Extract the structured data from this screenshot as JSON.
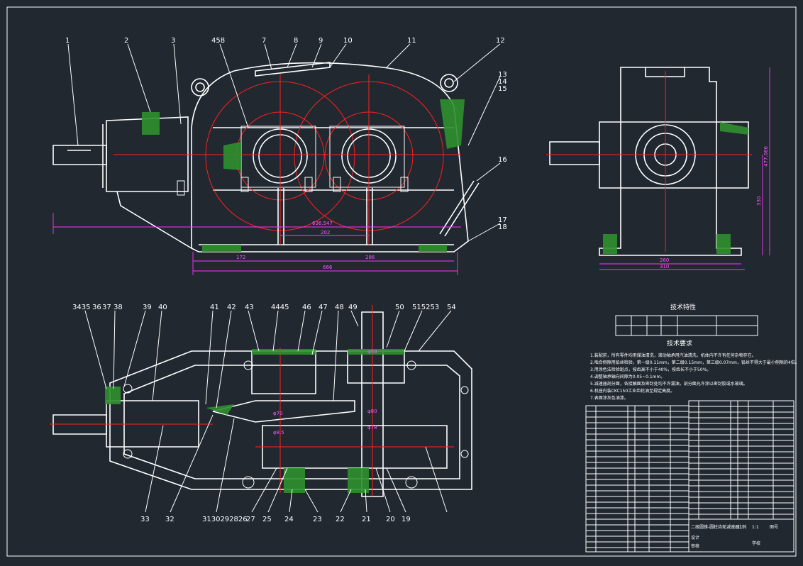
{
  "drawing": {
    "callouts_top": [
      "1",
      "2",
      "3",
      "458",
      "7",
      "8",
      "9",
      "10",
      "11",
      "12",
      "13",
      "14",
      "15",
      "16",
      "17",
      "18"
    ],
    "callouts_mid": [
      "3435",
      "36",
      "37",
      "38",
      "39",
      "40",
      "41",
      "42",
      "43",
      "4445",
      "46",
      "47",
      "48",
      "49",
      "50",
      "515253",
      "54"
    ],
    "callouts_bottom": [
      "33",
      "32",
      "3130292826",
      "27",
      "25",
      "24",
      "23",
      "22",
      "21",
      "20",
      "19"
    ],
    "dims_front": [
      "636.547",
      "202",
      "172",
      "286",
      "666"
    ],
    "dims_side": [
      "477.066",
      "330",
      "260",
      "310"
    ],
    "dims_plan": [
      "φ70",
      "φ80",
      "φ78",
      "φ50",
      "φ8.5"
    ],
    "tech_title": "技术特性",
    "req_title": "技术要求",
    "req_lines": [
      "1.装配前，所有零件均用煤油清洗，滚动轴承用汽油清洗，机体内不许有任何杂物存在。",
      "2.啮合侧隙用铅丝检验，第一级0.11mm，第二级0.15mm，第三级0.07mm，铅丝不得大于最小侧隙的4倍。",
      "3.用涂色法检验斑点，按齿高不小于40%，按齿长不小于50%。",
      "4.调整轴承轴向间隙为0.05~0.1mm。",
      "5.减速器剖分面，各接触面及密封处均不许漏油，剖分面允许涂以密封胶或水玻璃。",
      "6.机座内装CKC150工业齿轮油至规定高度。",
      "7.表面涂灰色油漆。"
    ],
    "title_block": [
      "二级圆锥-圆柱齿轮减速器",
      "比例",
      "1:1",
      "图号",
      "设计",
      "审核",
      "学校"
    ]
  }
}
